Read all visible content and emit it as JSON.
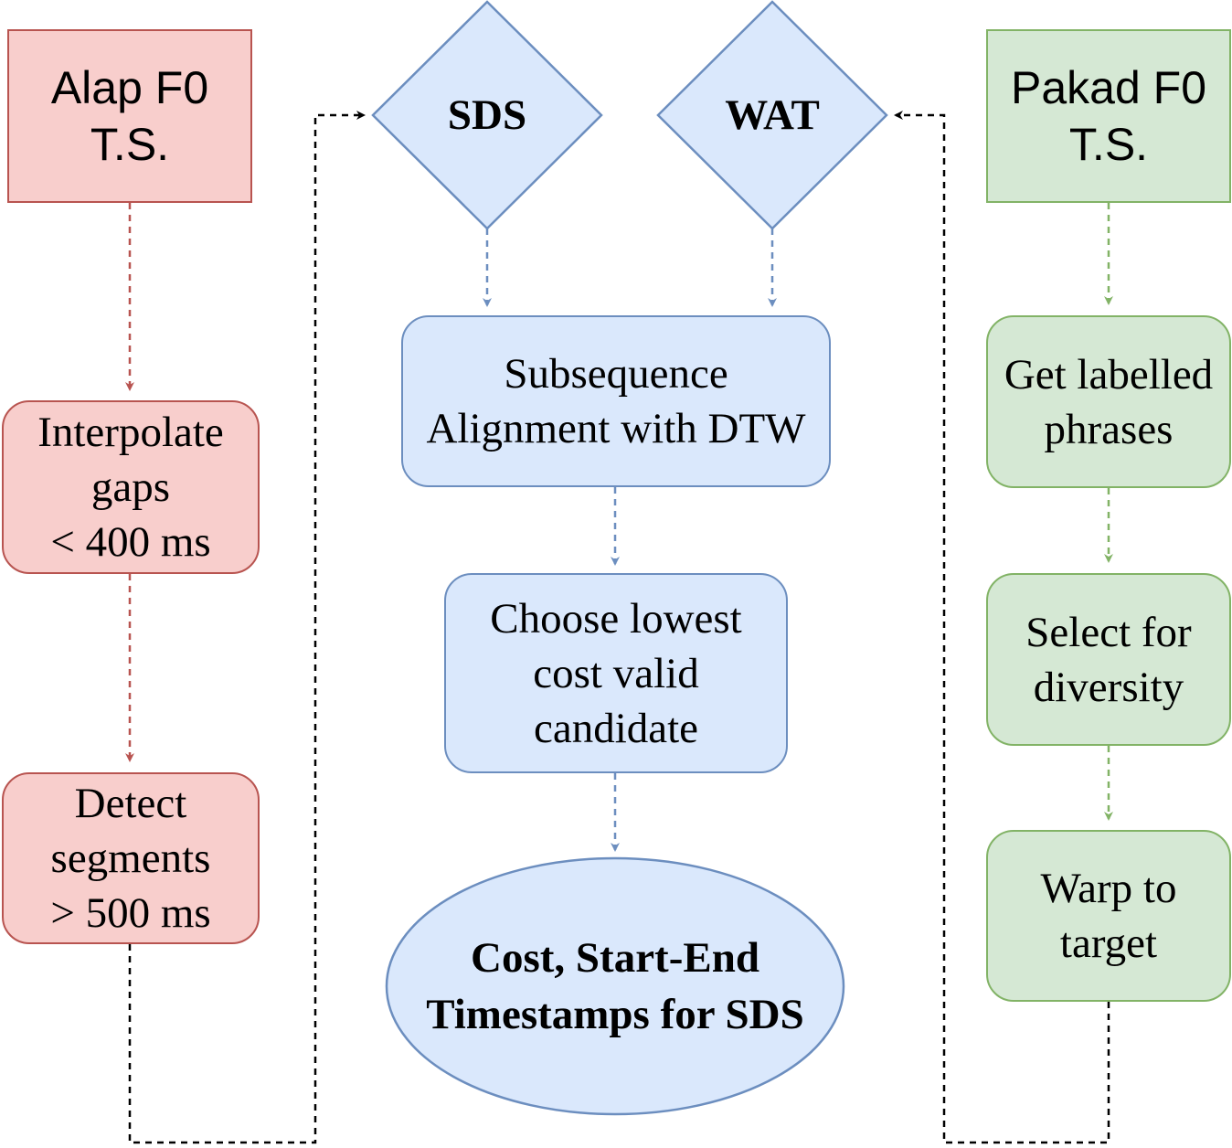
{
  "left_column": {
    "source": [
      "Alap F0",
      "T.S."
    ],
    "steps": [
      [
        "Interpolate",
        "gaps",
        "< 400 ms"
      ],
      [
        "Detect",
        "segments",
        "> 500 ms"
      ]
    ]
  },
  "right_column": {
    "source": [
      "Pakad F0",
      "T.S."
    ],
    "steps": [
      [
        "Get labelled",
        "phrases"
      ],
      [
        "Select for",
        "diversity"
      ],
      [
        "Warp to",
        "target"
      ]
    ]
  },
  "center_column": {
    "decision_left": "SDS",
    "decision_right": "WAT",
    "process_1": [
      "Subsequence",
      "Alignment with DTW"
    ],
    "process_2": [
      "Choose lowest",
      "cost valid",
      "candidate"
    ],
    "output": [
      "Cost, Start-End",
      "Timestamps for SDS"
    ]
  },
  "colors": {
    "red_fill": "#f8cecc",
    "red_stroke": "#b85450",
    "green_fill": "#d5e8d4",
    "green_stroke": "#82b366",
    "blue_fill": "#dae8fc",
    "blue_stroke": "#6c8ebf",
    "connector": "#000000"
  }
}
